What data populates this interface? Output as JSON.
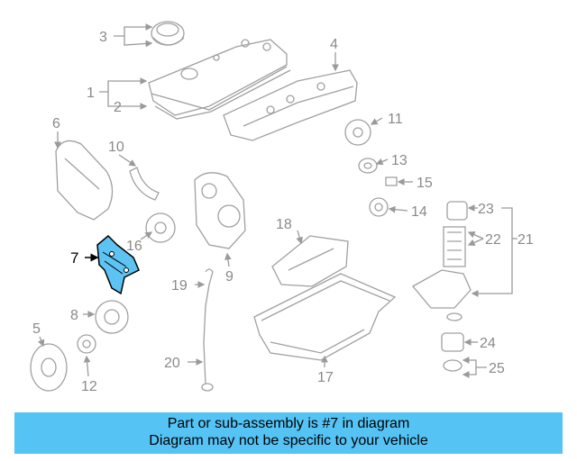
{
  "callouts": {
    "c1": "1",
    "c2": "2",
    "c3": "3",
    "c4": "4",
    "c5": "5",
    "c6": "6",
    "c7": "7",
    "c8": "8",
    "c9": "9",
    "c10": "10",
    "c11": "11",
    "c12": "12",
    "c13": "13",
    "c14": "14",
    "c15": "15",
    "c16": "16",
    "c17": "17",
    "c18": "18",
    "c19": "19",
    "c20": "20",
    "c21": "21",
    "c22": "22",
    "c23": "23",
    "c24": "24",
    "c25": "25"
  },
  "highlight": {
    "part": "7",
    "fill_color": "#5cc3f2",
    "stroke_color": "#000000"
  },
  "banner": {
    "line1": "Part or sub-assembly is #7 in diagram",
    "line2": "Diagram may not be specific to your vehicle",
    "color": "#55c3f4"
  }
}
